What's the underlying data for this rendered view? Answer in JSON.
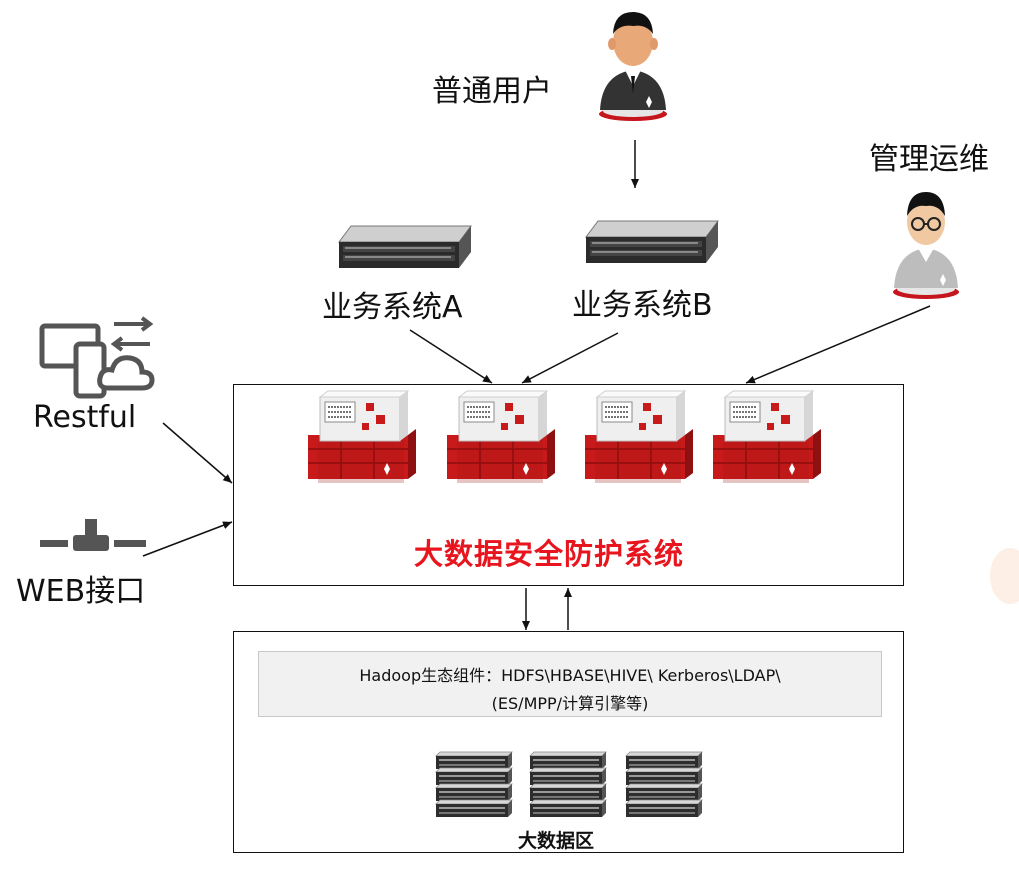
{
  "nodes": {
    "user": {
      "label": "普通用户",
      "icon": "user-avatar-icon"
    },
    "admin": {
      "label": "管理运维",
      "icon": "admin-avatar-icon"
    },
    "system_a": {
      "label": "业务系统A",
      "icon": "rack-server-icon"
    },
    "system_b": {
      "label": "业务系统B",
      "icon": "rack-server-icon"
    },
    "restful": {
      "label": "Restful",
      "icon": "devices-cloud-icon"
    },
    "web": {
      "label": "WEB接口",
      "icon": "network-port-icon"
    },
    "security_system": {
      "label": "大数据安全防护系统",
      "color": "#e8141e"
    },
    "hadoop": {
      "line1": "Hadoop生态组件：HDFS\\HBASE\\HIVE\\ Kerberos\\LDAP\\",
      "line2": "(ES/MPP/计算引擎等)"
    },
    "bigdata_zone": {
      "label": "大数据区"
    }
  },
  "colors": {
    "accent_red": "#e8141e",
    "line": "#111111",
    "panel": "#f1f1f1"
  }
}
